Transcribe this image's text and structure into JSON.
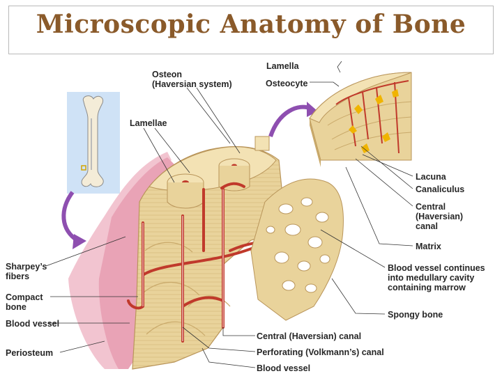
{
  "title": "Microscopic Anatomy of Bone",
  "colors": {
    "title": "#8a5a2a",
    "bone": "#e9d39b",
    "bone_light": "#f3e2b4",
    "bone_dark": "#c9a96a",
    "vessel": "#c0392b",
    "periosteum": "#e9a3b6",
    "arrow": "#8e4fb0",
    "osteocyte": "#f0b400"
  },
  "labels": {
    "lamella": "Lamella",
    "osteon": "Osteon\n(Haversian system)",
    "osteocyte": "Osteocyte",
    "lamellae": "Lamellae",
    "lacuna": "Lacuna",
    "canaliculus": "Canaliculus",
    "central_canal_right": "Central\n(Haversian)\ncanal",
    "matrix": "Matrix",
    "blood_vessel_continues": "Blood vessel continues\ninto medullary cavity\ncontaining marrow",
    "spongy_bone": "Spongy bone",
    "sharpeys_fibers": "Sharpey’s\nfibers",
    "compact_bone": "Compact\nbone",
    "blood_vessel_left": "Blood vessel",
    "periosteum": "Periosteum",
    "central_canal_bottom": "Central (Haversian) canal",
    "perforating_canal": "Perforating (Volkmann’s) canal",
    "blood_vessel_bottom": "Blood vessel"
  },
  "icons": [
    "long-bone-icon",
    "curved-arrow-icon"
  ]
}
